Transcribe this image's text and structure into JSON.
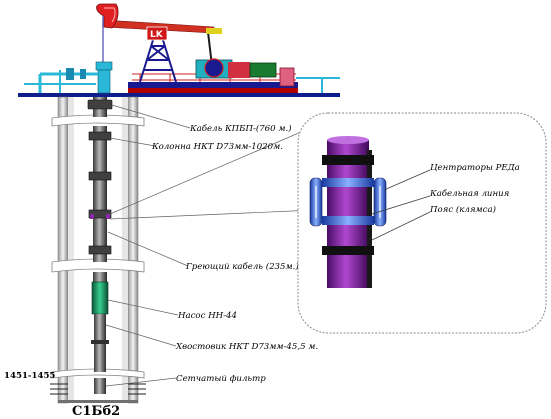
{
  "logo": {
    "text": "LK"
  },
  "labels": {
    "cable_kpbp": "Кабель КПБП-(760 м.)",
    "column_nkt": "Колонна НКТ D73мм-1020м.",
    "heating_cable": "Греющий кабель (235м.)",
    "pump": "Насос НН-44",
    "tail_nkt": "Хвостовик НКТ D73мм-45,5 м.",
    "mesh_filter": "Сетчатый фильтр",
    "depth": "1451-1455",
    "formation": "С1Бб2"
  },
  "detail": {
    "centralizers": "Центраторы РЕДа",
    "cable_line": "Кабельная линия",
    "belt": "Пояс (клямса)"
  },
  "colors": {
    "tubing": "#8a2aa8",
    "tubing_dark": "#5a1478",
    "pump": "#1aa06a",
    "casing": "#d0d0d0",
    "ground": "#0e1e8c",
    "pumpjack_red": "#e02020",
    "cyan_pipe": "#2ab8d8"
  }
}
